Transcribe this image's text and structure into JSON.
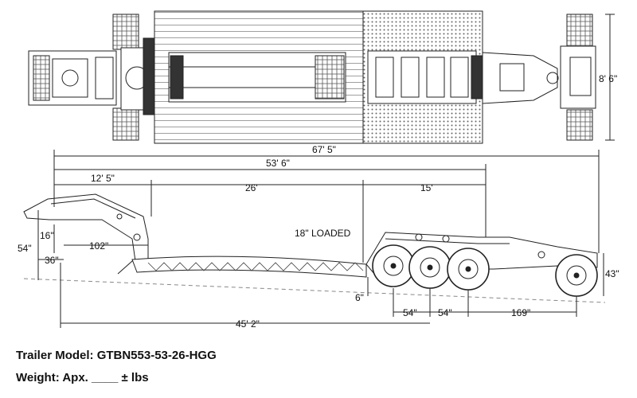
{
  "dimensions": {
    "width_top": "8' 6\"",
    "overall_length": "67' 5\"",
    "deck_to_rear": "53' 6\"",
    "gooseneck": "12' 5\"",
    "well_length": "26'",
    "rear_section": "15'",
    "loaded_height": "18\" LOADED",
    "neck_height": "54\"",
    "hitch_height": "16\"",
    "kingpin_offset": "36\"",
    "swing_clearance": "102\"",
    "deck_clearance": "6\"",
    "axle_spacing_1": "54\"",
    "axle_spacing_2": "54\"",
    "rear_to_jeep": "169\"",
    "rear_height": "43\"",
    "kingpin_to_axles": "45' 2\""
  },
  "caption": {
    "model_label": "Trailer Model: GTBN553-53-26-HGG",
    "weight_label": "Weight: Apx. ____ ± lbs"
  }
}
